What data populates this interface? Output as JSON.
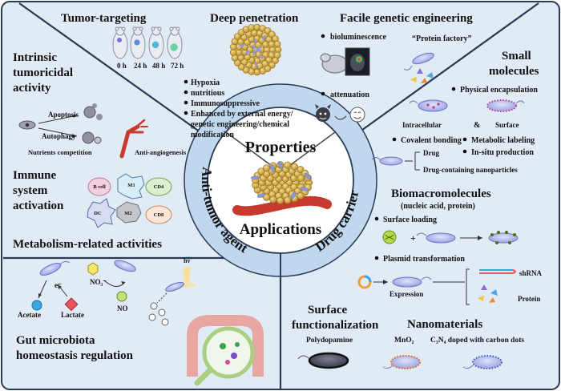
{
  "center": {
    "properties": "Properties",
    "applications": "Applications",
    "left_arc": "Anti-tumor agent",
    "right_arc": "Drug carrier"
  },
  "properties": {
    "tumor_targeting": {
      "title": "Tumor-targeting",
      "times": [
        "0 h",
        "24 h",
        "48 h",
        "72 h"
      ]
    },
    "deep_penetration": {
      "title": "Deep penetration",
      "bullets": [
        "Hypoxia",
        "nutritious",
        "Immunosuppressive",
        "Enhanced by external energy/",
        "genetic engineering/chemical",
        "modification"
      ]
    },
    "genetic_engineering": {
      "title": "Facile genetic engineering",
      "bioluminescence": "bioluminescence",
      "protein_factory": "“Protein factory”",
      "attenuation": "attenuation"
    }
  },
  "anti_tumor": {
    "intrinsic": {
      "title_lines": [
        "Intrinsic",
        "tumoricidal",
        "activity"
      ],
      "apoptosis": "Apoptosis",
      "autophagy": "Autophagy",
      "nutrients": "Nutrients competition",
      "angiogenesis": "Anti-angiogenesis"
    },
    "immune": {
      "title_lines": [
        "Immune",
        "system",
        "activation"
      ],
      "cells": [
        "B cell",
        "M1",
        "CD4",
        "DC",
        "M2",
        "CD8"
      ]
    },
    "metabolism": {
      "title": "Metabolism-related activities",
      "electron": "e⁻",
      "no3": "NO₃⁻",
      "no": "NO",
      "acetate": "Acetate",
      "lactate": "Lactate",
      "hv": "hv"
    },
    "gut": {
      "title_lines": [
        "Gut microbiota",
        "homeostasis regulation"
      ]
    }
  },
  "drug_carrier": {
    "small_molecules": {
      "title_lines": [
        "Small",
        "molecules"
      ],
      "physical": "Physical encapsulation",
      "intracellular": "Intracellular",
      "amp": "&",
      "surface": "Surface",
      "covalent": "Covalent bonding",
      "metabolic": "Metabolic labeling",
      "insitu": "In-situ production",
      "drug": "Drug",
      "drug_nano": "Drug-containing nanoparticles"
    },
    "biomacro": {
      "title": "Biomacromolecules",
      "subtitle": "(nucleic acid, protein)",
      "surface_loading": "Surface loading",
      "plus": "+",
      "plasmid": "Plasmid transformation",
      "expression": "Expression",
      "shrna": "shRNA",
      "protein": "Protein"
    },
    "surface_func": {
      "title_lines": [
        "Surface",
        "functionalization"
      ],
      "polydopamine": "Polydopamine"
    },
    "nanomaterials": {
      "title": "Nanomaterials",
      "mno2": "MnO₂",
      "c3n4": "C₃N₄ doped with carbon dots"
    }
  },
  "colors": {
    "panel_bg": "#e1ebf6",
    "arc_ring": "#c0d8ee",
    "divider": "#2a3a55",
    "bacteria_body": "#a9b2e8",
    "bacteria_edge": "#6d72c4",
    "tumor_cell": "#d4b04a",
    "vessel": "#c63b2e"
  }
}
